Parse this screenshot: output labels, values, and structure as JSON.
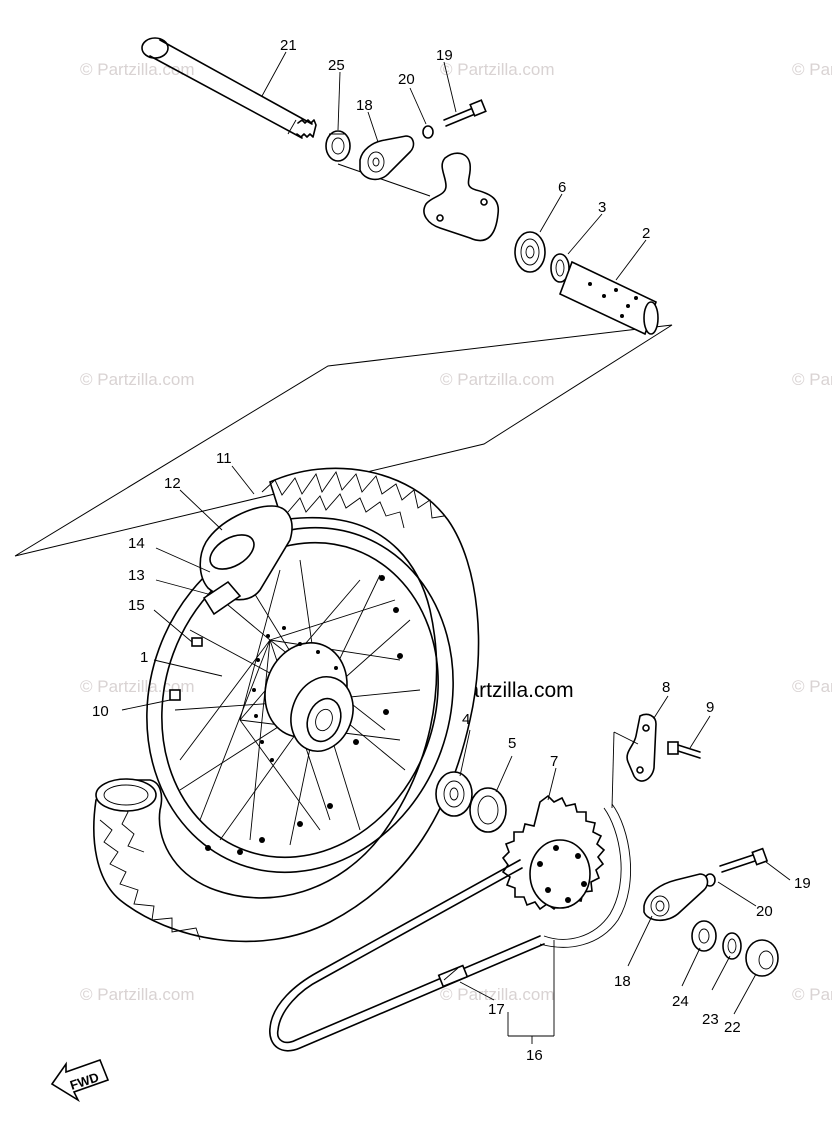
{
  "watermark": {
    "tile_text": "© Partzilla.com",
    "main_text": "©Partzilla.com"
  },
  "direction_label": "FWD",
  "callouts": [
    {
      "id": "21",
      "label": "21"
    },
    {
      "id": "25",
      "label": "25"
    },
    {
      "id": "19",
      "label": "19"
    },
    {
      "id": "20",
      "label": "20"
    },
    {
      "id": "18",
      "label": "18"
    },
    {
      "id": "6",
      "label": "6"
    },
    {
      "id": "3",
      "label": "3"
    },
    {
      "id": "2",
      "label": "2"
    },
    {
      "id": "11",
      "label": "11"
    },
    {
      "id": "12",
      "label": "12"
    },
    {
      "id": "14",
      "label": "14"
    },
    {
      "id": "13",
      "label": "13"
    },
    {
      "id": "15",
      "label": "15"
    },
    {
      "id": "1",
      "label": "1"
    },
    {
      "id": "10",
      "label": "10"
    },
    {
      "id": "4",
      "label": "4"
    },
    {
      "id": "5",
      "label": "5"
    },
    {
      "id": "7",
      "label": "7"
    },
    {
      "id": "8",
      "label": "8"
    },
    {
      "id": "9",
      "label": "9"
    },
    {
      "id": "19b",
      "label": "19"
    },
    {
      "id": "20b",
      "label": "20"
    },
    {
      "id": "18b",
      "label": "18"
    },
    {
      "id": "24",
      "label": "24"
    },
    {
      "id": "23",
      "label": "23"
    },
    {
      "id": "22",
      "label": "22"
    },
    {
      "id": "17",
      "label": "17"
    },
    {
      "id": "16",
      "label": "16"
    }
  ]
}
